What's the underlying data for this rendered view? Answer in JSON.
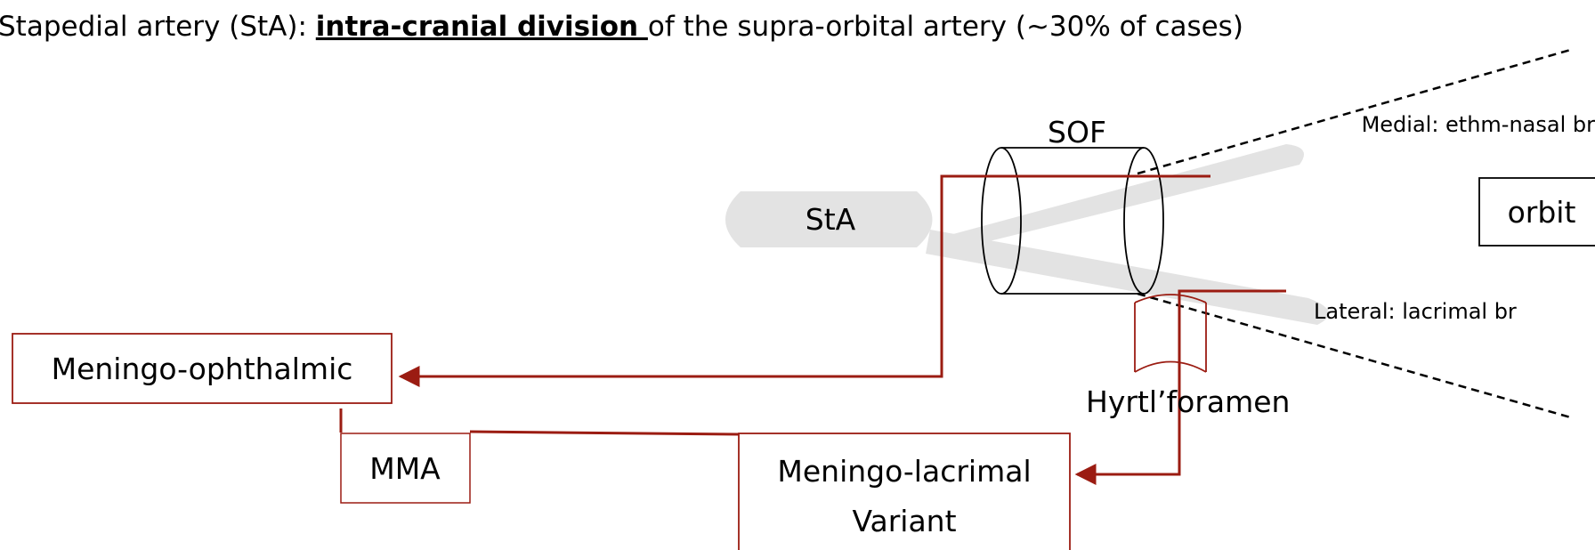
{
  "title": {
    "prefix": "Stapedial artery (StA): ",
    "emphasis": "intra-cranial division ",
    "suffix": "of the supra-orbital artery (~30% of cases)"
  },
  "labels": {
    "sof": "SOF",
    "sta": "StA",
    "medial": "Medial: ethm-nasal br",
    "lateral": "Lateral: lacrimal br",
    "orbit": "orbit",
    "hyrtl": "Hyrtl’foramen"
  },
  "boxes": {
    "meningo_ophthalmic": "Meningo-ophthalmic",
    "mma": "MMA",
    "meningo_lacrimal_line1": "Meningo-lacrimal",
    "meningo_lacrimal_line2": "Variant"
  },
  "colors": {
    "artery_path": "#9b1c12",
    "vessel_fill": "#e3e3e3",
    "box_border": "#9b1c12",
    "text": "#000000"
  }
}
